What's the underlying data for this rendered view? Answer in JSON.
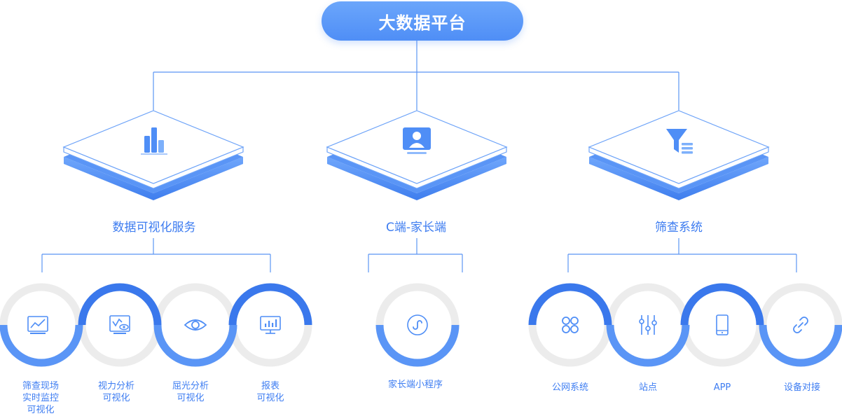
{
  "title": "大数据平台",
  "colors": {
    "accent": "#4f8ef6",
    "accent_dark": "#3874e8",
    "line": "#4f8ef6",
    "ring_gray": "#ececec"
  },
  "platforms": [
    {
      "label": "数据可视化服务",
      "icon": "bar-chart-icon",
      "children": [
        {
          "label": "筛查现场\n实时监控\n可视化",
          "icon": "line-chart-icon"
        },
        {
          "label": "视力分析\n可视化",
          "icon": "monitor-eye-icon"
        },
        {
          "label": "屈光分析\n可视化",
          "icon": "eye-icon"
        },
        {
          "label": "报表\n可视化",
          "icon": "report-chart-icon"
        }
      ]
    },
    {
      "label": "C端-家长端",
      "icon": "user-profile-icon",
      "children": [
        {
          "label": "家长端小程序",
          "icon": "mini-program-icon"
        }
      ]
    },
    {
      "label": "筛查系统",
      "icon": "filter-icon",
      "children": [
        {
          "label": "公网系统",
          "icon": "clover-icon"
        },
        {
          "label": "站点",
          "icon": "sliders-icon"
        },
        {
          "label": "APP",
          "icon": "phone-icon"
        },
        {
          "label": "设备对接",
          "icon": "link-icon"
        }
      ]
    }
  ]
}
